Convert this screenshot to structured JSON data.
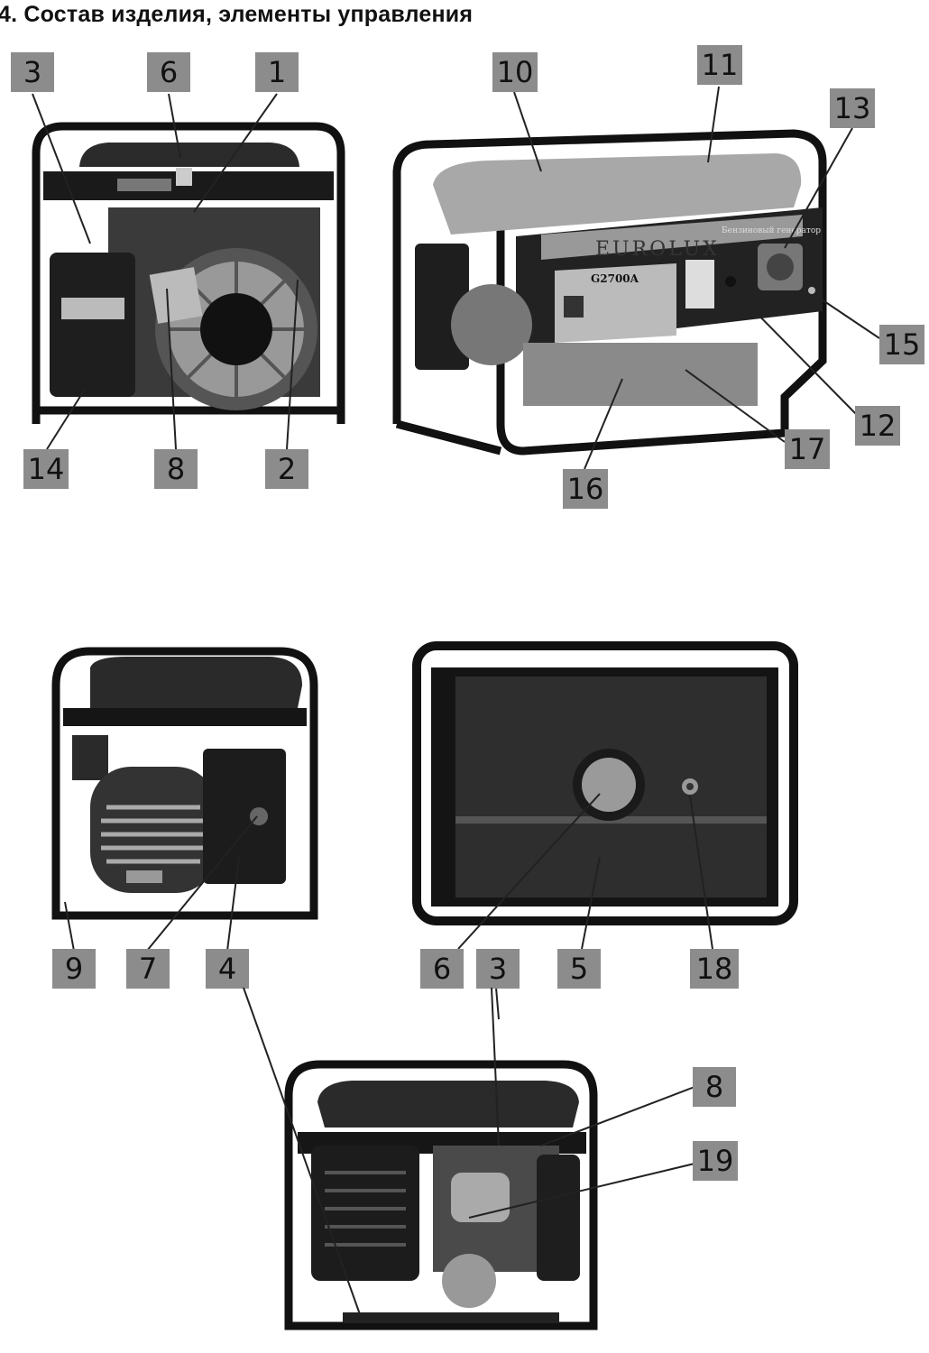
{
  "document": {
    "section_title": "4. Состав изделия, элементы управления"
  },
  "photos": {
    "rear_view": {
      "callouts": [
        "3",
        "6",
        "1",
        "14",
        "8",
        "2"
      ]
    },
    "front_view": {
      "brand": "EUROLUX",
      "model": "G2700A",
      "panel_caption": "Бензиновый генератор",
      "callouts": [
        "10",
        "11",
        "13",
        "15",
        "12",
        "17",
        "16"
      ]
    },
    "side_view": {
      "callouts": [
        "9",
        "7",
        "4"
      ]
    },
    "top_view": {
      "callouts": [
        "6",
        "3",
        "5",
        "18"
      ]
    },
    "bottom_view": {
      "callouts": [
        "8",
        "19"
      ]
    }
  }
}
